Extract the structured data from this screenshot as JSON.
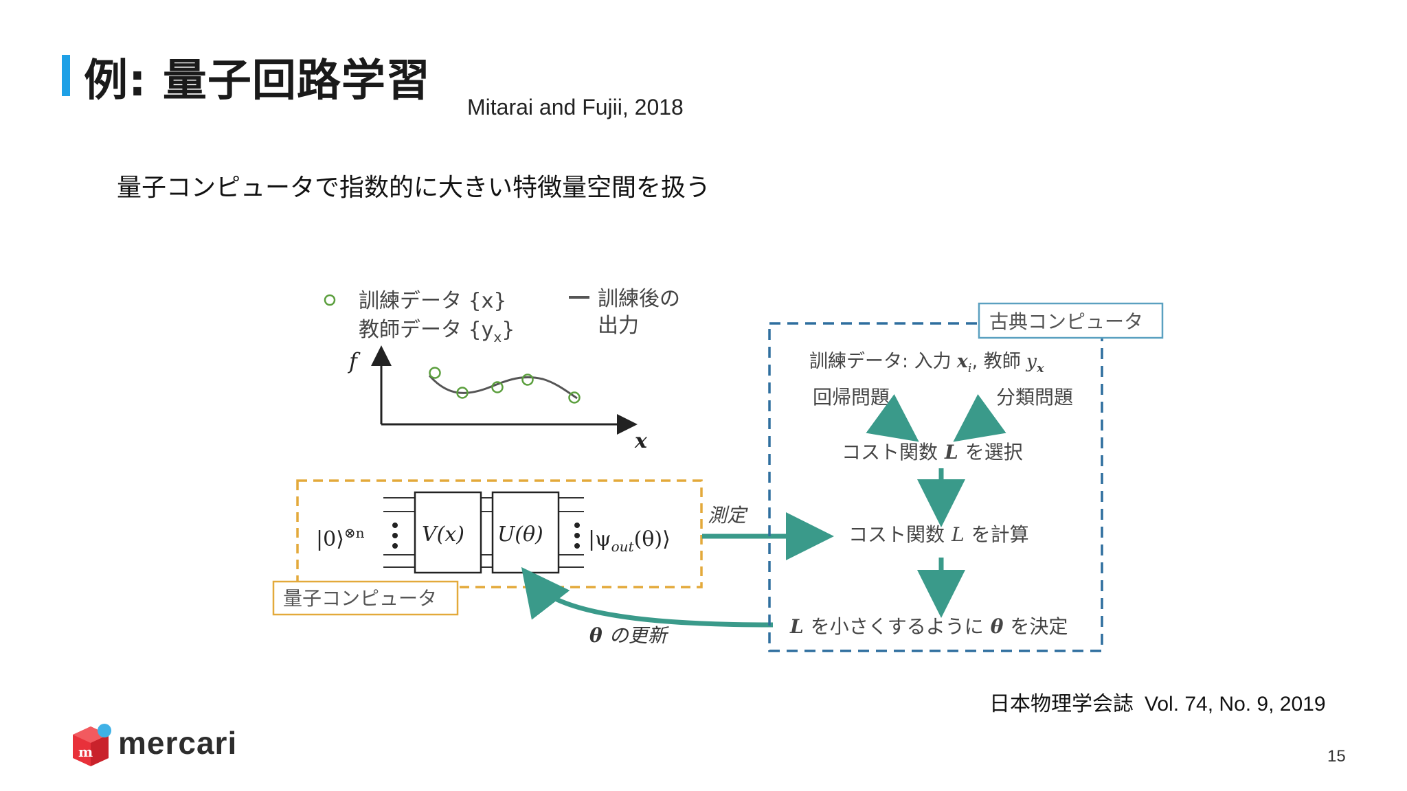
{
  "slide": {
    "title": "例: 量子回路学習",
    "citation": "Mitarai and Fujii, 2018",
    "subtitle": "量子コンピュータで指数的に大きい特徴量空間を扱う",
    "journal_jp": "日本物理学会誌",
    "journal_vol": "Vol. 74, No. 9, 2019",
    "page_number": "15",
    "logo_text": "mercari"
  },
  "figure": {
    "legend": {
      "train_line1": "訓練データ {x}",
      "train_line2": "教師データ {y",
      "train_line2_sub": "x",
      "train_line2_end": "}",
      "output_line1": "訓練後の",
      "output_line2": "出力"
    },
    "plot": {
      "f_label": "f",
      "x_label": "x"
    },
    "quantum": {
      "box_label": "量子コンピュータ",
      "init_state": "|0⟩",
      "init_exp": "⊗n",
      "gate_v": "V(x)",
      "gate_u": "U(θ)",
      "out_state": "|ψ",
      "out_sub": "out",
      "out_end": "(θ)⟩",
      "measure": "測定",
      "update_theta": "θ",
      "update_text": "の更新"
    },
    "classical": {
      "box_label": "古典コンピュータ",
      "train_data": "訓練データ: 入力",
      "train_xi": "x",
      "train_i": "i",
      "teacher": ", 教師",
      "teacher_y": "y",
      "teacher_sub": "x",
      "regression": "回帰問題",
      "classification": "分類問題",
      "select_cost": "コスト関数",
      "select_L": "L",
      "select_end": "を選択",
      "compute_cost": "コスト関数",
      "compute_L": "L",
      "compute_end": "を計算",
      "decide_L": "L",
      "decide_mid": "を小さくするように",
      "decide_theta": "θ",
      "decide_end": "を決定"
    },
    "colors": {
      "teal": "#3a9a8a",
      "orange_dash": "#e3a93a",
      "blue_dash": "#2e6e9e",
      "data_green": "#5a9e3c",
      "curve_gray": "#555555"
    }
  }
}
